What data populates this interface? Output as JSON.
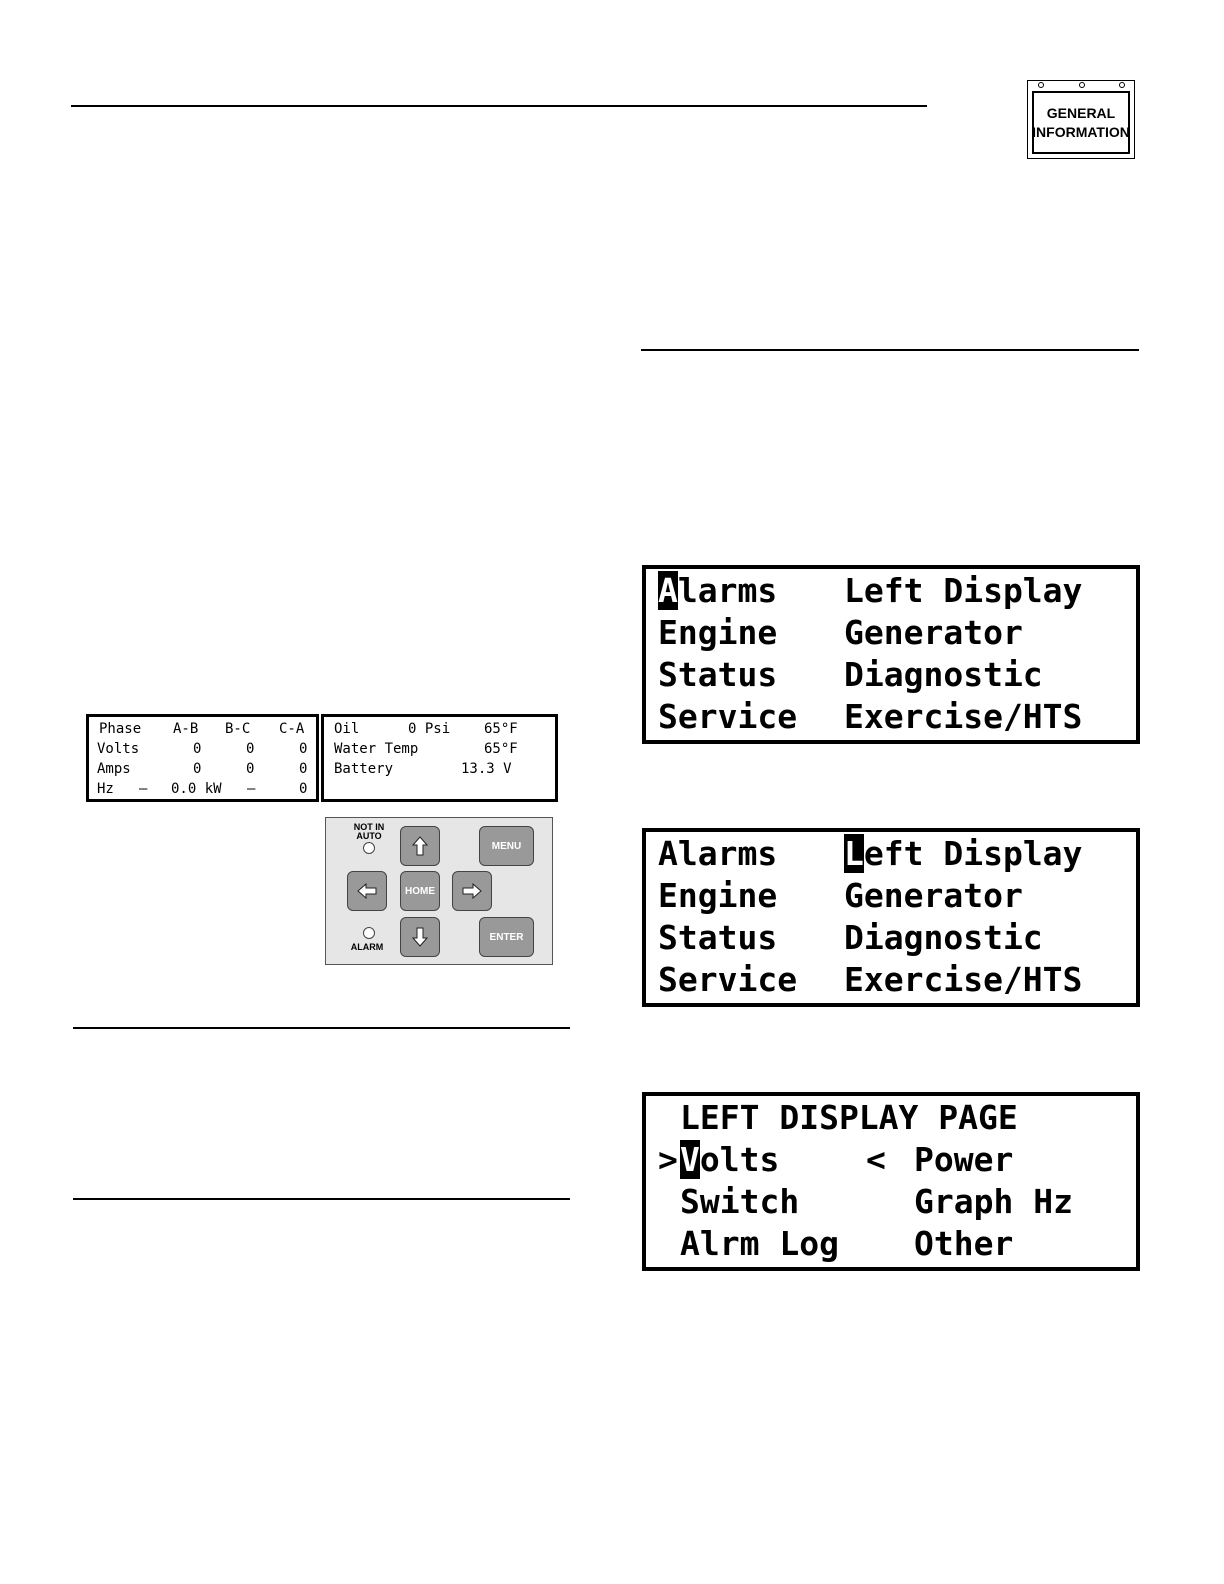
{
  "tab": {
    "line1": "GENERAL",
    "line2": "INFORMATION"
  },
  "status_panel": {
    "headers": [
      "Phase",
      "A-B",
      "B-C",
      "C-A"
    ],
    "volts": [
      "Volts",
      "0",
      "0",
      "0"
    ],
    "amps": [
      "Amps",
      "0",
      "0",
      "0"
    ],
    "hz": [
      "Hz",
      "–",
      "0.0 kW",
      "–",
      "0"
    ]
  },
  "engine_panel": {
    "oil": [
      "Oil",
      "0 Psi",
      "65°F"
    ],
    "water": [
      "Water Temp",
      "65°F"
    ],
    "battery": [
      "Battery",
      "13.3 V"
    ]
  },
  "keypad": {
    "not_in_auto": "NOT IN AUTO",
    "alarm": "ALARM",
    "menu": "MENU",
    "home": "HOME",
    "enter": "ENTER"
  },
  "menu1": {
    "rows": [
      [
        "Alarms",
        "Left Display"
      ],
      [
        "Engine",
        "Generator"
      ],
      [
        "Status",
        "Diagnostic"
      ],
      [
        "Service",
        "Exercise/HTS"
      ]
    ],
    "cursor_char": "A",
    "alarms_rest": "larms"
  },
  "menu2": {
    "rows": [
      [
        "Alarms",
        "Left Display"
      ],
      [
        "Engine",
        "Generator"
      ],
      [
        "Status",
        "Diagnostic"
      ],
      [
        "Service",
        "Exercise/HTS"
      ]
    ],
    "cursor_char": "L",
    "left_rest": "eft Display"
  },
  "menu3": {
    "title": "LEFT DISPLAY PAGE",
    "pointer": ">",
    "cursor_char": "V",
    "volts_rest": "olts",
    "lt": "<",
    "power": "Power",
    "switch": "Switch",
    "graph": "Graph Hz",
    "alrm": "Alrm Log",
    "other": "Other"
  }
}
